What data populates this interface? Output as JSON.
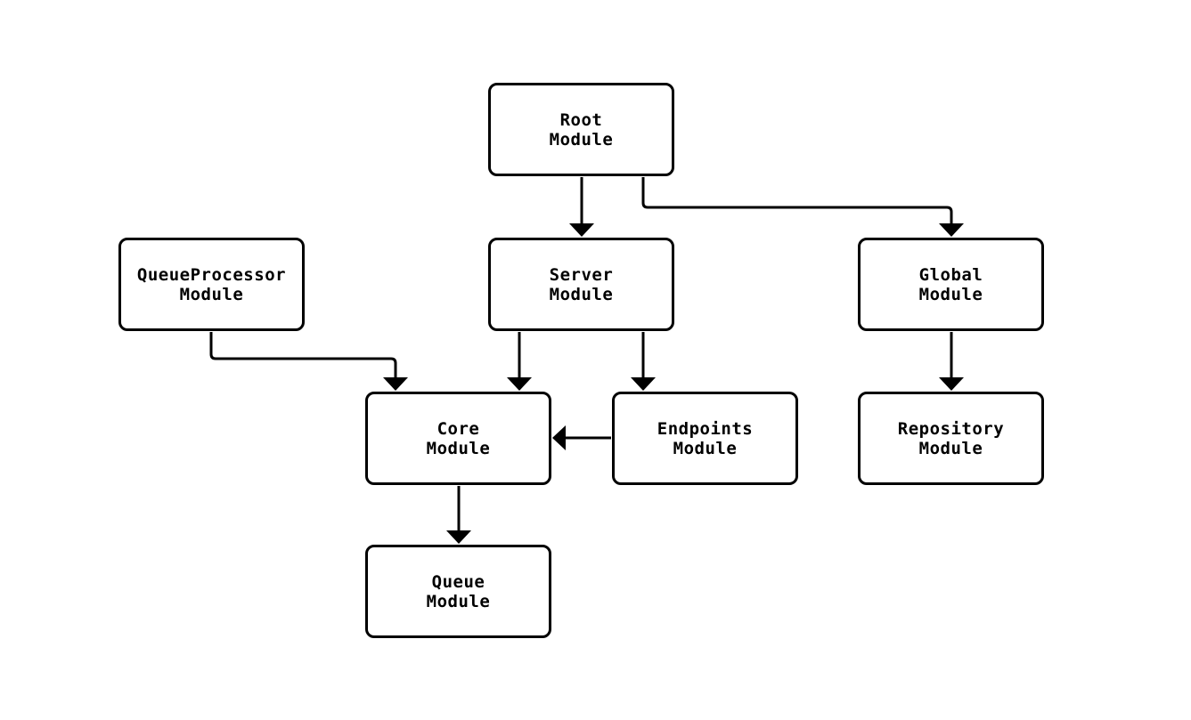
{
  "diagram": {
    "type": "module-dependency-flowchart",
    "colors": {
      "stroke": "#000000",
      "node_fill": "#ffffff",
      "background": "#ffffff"
    },
    "nodes": {
      "root": {
        "label": "Root\nModule"
      },
      "server": {
        "label": "Server\nModule"
      },
      "queue_processor": {
        "label": "QueueProcessor\nModule"
      },
      "global": {
        "label": "Global\nModule"
      },
      "core": {
        "label": "Core\nModule"
      },
      "endpoints": {
        "label": "Endpoints\nModule"
      },
      "repository": {
        "label": "Repository\nModule"
      },
      "queue": {
        "label": "Queue\nModule"
      }
    },
    "edges": [
      {
        "from": "root",
        "to": "server"
      },
      {
        "from": "root",
        "to": "global"
      },
      {
        "from": "queue_processor",
        "to": "core"
      },
      {
        "from": "server",
        "to": "core"
      },
      {
        "from": "server",
        "to": "endpoints"
      },
      {
        "from": "endpoints",
        "to": "core"
      },
      {
        "from": "global",
        "to": "repository"
      },
      {
        "from": "core",
        "to": "queue"
      }
    ]
  }
}
